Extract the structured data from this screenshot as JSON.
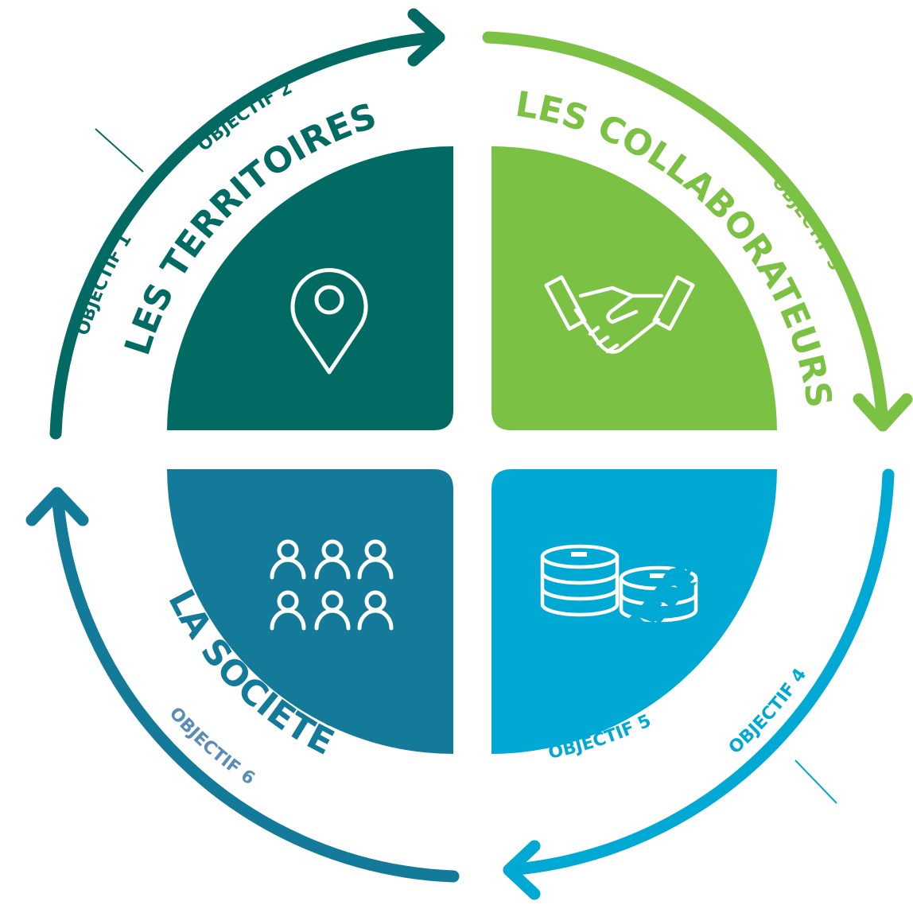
{
  "colors": {
    "territoires": "#006A63",
    "collaborateurs": "#7BC143",
    "partenaires": "#00A9D4",
    "societe": "#137A9A",
    "objectif6_text": "#5A8DB5",
    "icon_stroke": "#ffffff"
  },
  "quadrants": [
    {
      "id": "territoires",
      "title": "LES TERRITOIRES",
      "icon": "location-pin-icon"
    },
    {
      "id": "collaborateurs",
      "title": "LES COLLABORATEURS",
      "icon": "handshake-icon"
    },
    {
      "id": "partenaires",
      "title_line1": "LES PARTENAIRES",
      "title_line2": "ÉCONOMIQUES",
      "icon": "coins-stack-icon"
    },
    {
      "id": "societe",
      "title": "LA SOCIÉTÉ",
      "icon": "people-group-icon"
    }
  ],
  "objectives": {
    "o1": "OBJECTIF 1",
    "o2": "OBJECTIF 2",
    "o3": "OBJECTIF 3",
    "o4": "OBJECTIF 4",
    "o5": "OBJECTIF 5",
    "o6": "OBJECTIF 6"
  }
}
